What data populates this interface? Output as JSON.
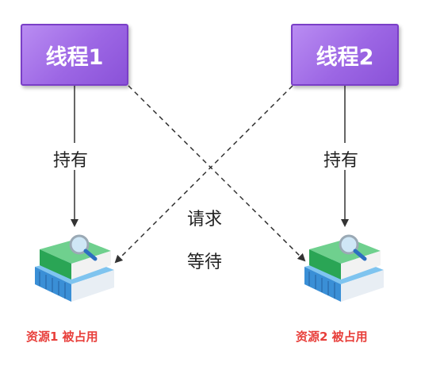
{
  "threads": [
    {
      "label": "线程1"
    },
    {
      "label": "线程2"
    }
  ],
  "edges": {
    "hold_label_1": "持有",
    "hold_label_2": "持有",
    "request_label": "请求",
    "wait_label": "等待"
  },
  "resources": [
    {
      "label": "资源1 被占用",
      "icon": "book-stack-icon"
    },
    {
      "label": "资源2 被占用",
      "icon": "book-stack-icon"
    }
  ],
  "colors": {
    "thread_fill": "#9c66e4",
    "thread_border": "#7a3fc7",
    "resource_label": "#e8403c",
    "arrow": "#333333"
  }
}
